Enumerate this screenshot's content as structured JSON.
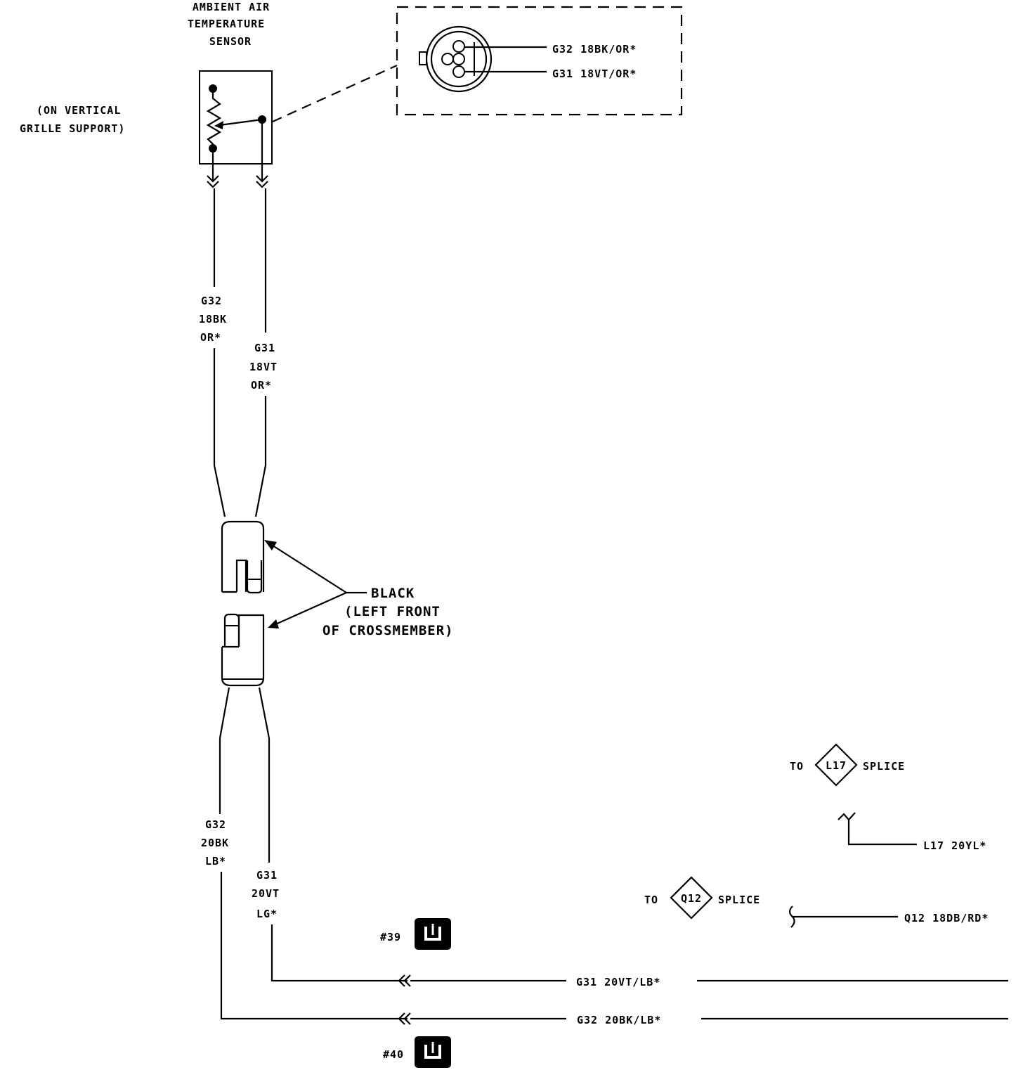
{
  "sensor": {
    "title_lines": [
      "AMBIENT AIR",
      "TEMPERATURE",
      "SENSOR"
    ],
    "location_lines": [
      "(ON VERTICAL",
      "GRILLE SUPPORT)"
    ]
  },
  "connector_view": {
    "pins": [
      "G32 18BK/OR*",
      "G31 18VT/OR*"
    ]
  },
  "upper_wires": {
    "left": [
      "G32",
      "18BK",
      "OR*"
    ],
    "right": [
      "G31",
      "18VT",
      "OR*"
    ]
  },
  "inline_connector": {
    "label_lines": [
      "BLACK",
      "(LEFT FRONT",
      "OF CROSSMEMBER)"
    ]
  },
  "lower_wires": {
    "left": [
      "G32",
      "20BK",
      "LB*"
    ],
    "right": [
      "G31",
      "20VT",
      "LG*"
    ]
  },
  "splice_l17": {
    "prefix": "TO",
    "code": "L17",
    "suffix": "SPLICE",
    "wire": "L17 20YL*"
  },
  "splice_q12": {
    "prefix": "TO",
    "code": "Q12",
    "suffix": "SPLICE",
    "wire": "Q12 18DB/RD*"
  },
  "ground_refs": {
    "g39": "#39",
    "g40": "#40"
  },
  "bottom_wires": {
    "g31": "G31 20VT/LB*",
    "g32": "G32 20BK/LB*"
  }
}
